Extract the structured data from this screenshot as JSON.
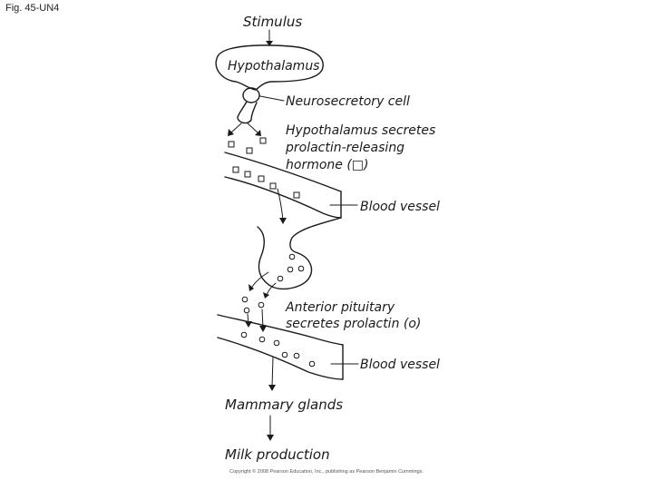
{
  "figure_label": "Fig. 45-UN4",
  "labels": {
    "stimulus": "Stimulus",
    "hypothalamus": "Hypothalamus",
    "neurosecretory_cell": "Neurosecretory cell",
    "secretes_line1": "Hypothalamus secretes",
    "secretes_line2": "prolactin-releasing",
    "secretes_line3": "hormone (□)",
    "blood_vessel_1": "Blood vessel",
    "pituitary_line1": "Anterior pituitary",
    "pituitary_line2": "secretes prolactin (o)",
    "blood_vessel_2": "Blood vessel",
    "mammary_glands": "Mammary glands",
    "milk_production": "Milk production"
  },
  "copyright": "Copyright © 2008 Pearson Education, Inc., publishing as Pearson Benjamin Cummings."
}
